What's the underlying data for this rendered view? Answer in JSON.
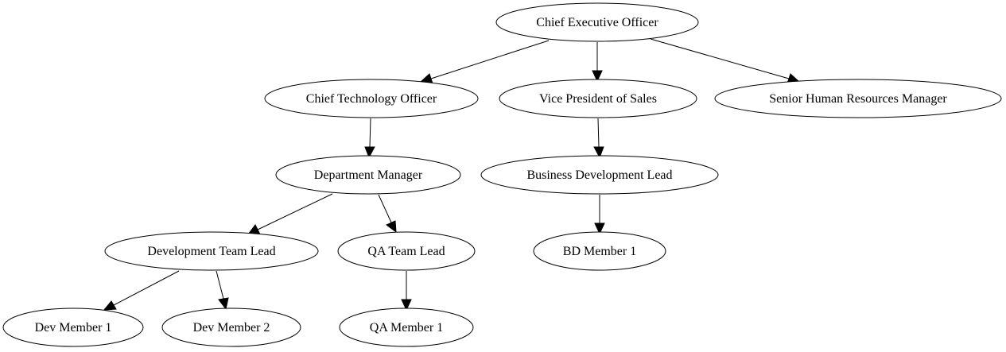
{
  "nodes": {
    "ceo": "Chief Executive Officer",
    "cto": "Chief Technology Officer",
    "vp_sales": "Vice President of Sales",
    "hr_manager": "Senior Human Resources Manager",
    "dept_manager": "Department Manager",
    "bd_lead": "Business Development Lead",
    "dev_team_lead": "Development Team Lead",
    "qa_team_lead": "QA Team Lead",
    "bd_member_1": "BD Member 1",
    "dev_member_1": "Dev Member 1",
    "dev_member_2": "Dev Member 2",
    "qa_member_1": "QA Member 1"
  },
  "edges": [
    [
      "ceo",
      "cto"
    ],
    [
      "ceo",
      "vp_sales"
    ],
    [
      "ceo",
      "hr_manager"
    ],
    [
      "cto",
      "dept_manager"
    ],
    [
      "vp_sales",
      "bd_lead"
    ],
    [
      "dept_manager",
      "dev_team_lead"
    ],
    [
      "dept_manager",
      "qa_team_lead"
    ],
    [
      "bd_lead",
      "bd_member_1"
    ],
    [
      "dev_team_lead",
      "dev_member_1"
    ],
    [
      "dev_team_lead",
      "dev_member_2"
    ],
    [
      "qa_team_lead",
      "qa_member_1"
    ]
  ]
}
